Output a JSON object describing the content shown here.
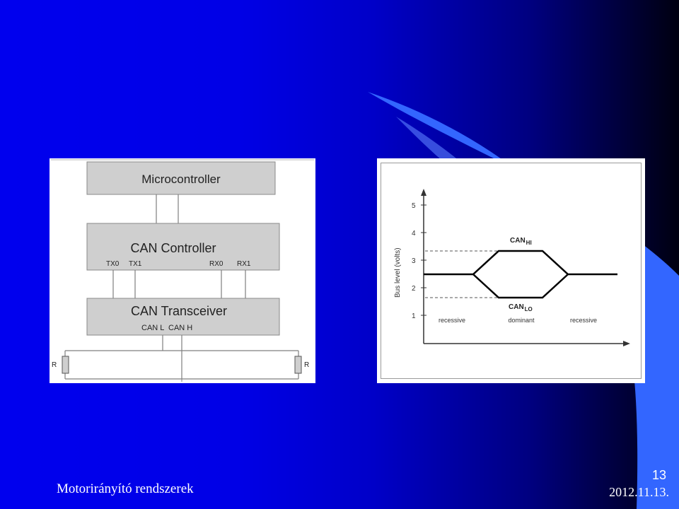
{
  "colors": {
    "background_blue": "#0000ee",
    "background_dark": "#000010",
    "accent_light_blue": "#3366ff",
    "box_gray": "#cfcfcf",
    "line_gray": "#7f7f7f"
  },
  "left_diagram": {
    "microcontroller_label": "Microcontroller",
    "can_controller_label": "CAN Controller",
    "pins": {
      "tx0": "TX0",
      "tx1": "TX1",
      "rx0": "RX0",
      "rx1": "RX1"
    },
    "can_transceiver_label": "CAN Transceiver",
    "can_l_label": "CAN L",
    "can_h_label": "CAN H",
    "resistor_left_label": "R",
    "resistor_right_label": "R"
  },
  "right_diagram": {
    "ylabel": "Bus level (volts)",
    "y_ticks": [
      "1",
      "2",
      "3",
      "4",
      "5"
    ],
    "can_hi_label": "CAN",
    "can_hi_sub": "HI",
    "can_lo_label": "CAN",
    "can_lo_sub": "LO",
    "state_labels": [
      "recessive",
      "dominant",
      "recessive"
    ]
  },
  "footer": {
    "title": "Motorirányító rendszerek",
    "slide_number": "13",
    "date": "2012.11.13."
  }
}
